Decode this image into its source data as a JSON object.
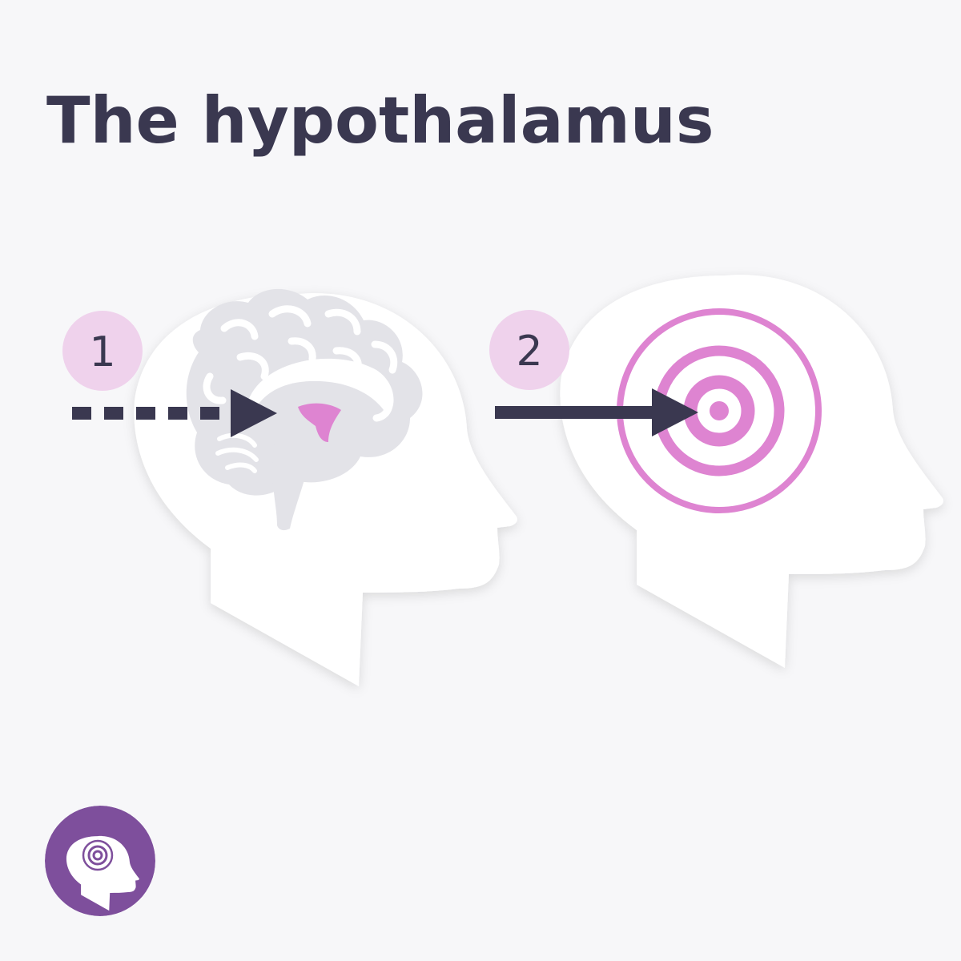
{
  "title": "The hypothalamus",
  "steps": [
    {
      "number": "1",
      "arrow_style": "dashed",
      "illustration": "brain-with-hypothalamus"
    },
    {
      "number": "2",
      "arrow_style": "solid",
      "illustration": "target-rings"
    }
  ],
  "logo": {
    "icon": "head-with-target-icon"
  },
  "colors": {
    "background": "#f7f7f9",
    "title": "#3a3850",
    "head": "#ffffff",
    "brain": "#e3e3e8",
    "brain_detail": "#ffffff",
    "accent": "#de84d1",
    "badge_bg": "#efd2ec",
    "arrow": "#3a3850",
    "logo_bg": "#7e4f9c"
  }
}
